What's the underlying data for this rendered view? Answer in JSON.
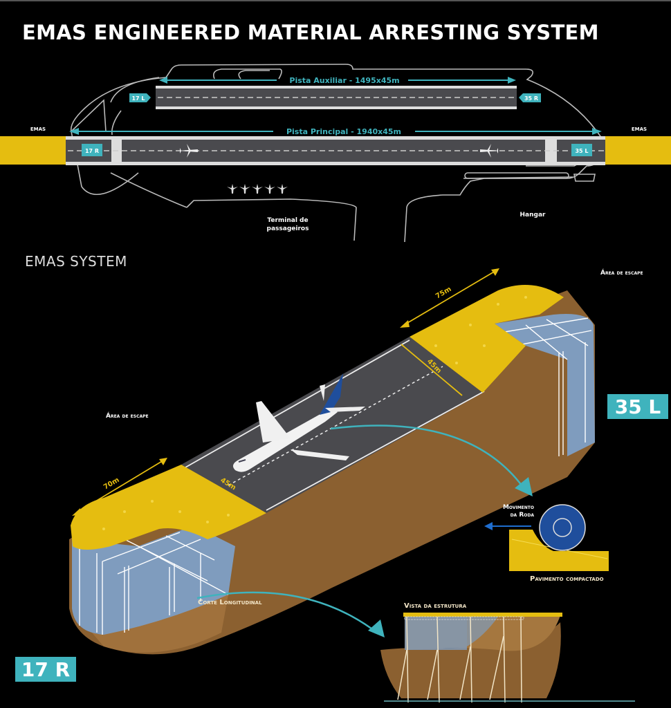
{
  "title": "EMAS ENGINEERED MATERIAL ARRESTING SYSTEM",
  "airport_plan": {
    "aux_runway_label": "Pista Auxiliar - 1495x45m",
    "main_runway_label": "Pista Principal - 1940x45m",
    "aux_runway_ends": [
      "17 L",
      "35 R"
    ],
    "main_runway_ends": [
      "17 R",
      "35 L"
    ],
    "emas_left_label": "EMAS",
    "emas_right_label": "EMAS",
    "terminal_label_line1": "Terminal de",
    "terminal_label_line2": "passageiros",
    "hangar_label": "Hangar",
    "parked_aircraft_count": 5
  },
  "emas_section": {
    "heading": "EMAS SYSTEM",
    "escape_area_left": "Área de escape",
    "escape_area_right": "Área de escape",
    "dim_left_length": "70m",
    "dim_left_width": "45m",
    "dim_right_length": "75m",
    "dim_right_width": "45m",
    "tag_right": "35 L",
    "tag_left": "17 R",
    "wheel_motion_line1": "Movimento",
    "wheel_motion_line2": "da Roda",
    "compacted_pavement": "Pavimento compactado",
    "longitudinal_cut": "Corte Longitudinal",
    "structure_view": "Vista da estrutura"
  },
  "colors": {
    "background": "#000000",
    "emas_yellow": "#e5bd10",
    "runway_gray": "#4a4a4e",
    "accent_teal": "#3fb3bd",
    "soil_brown": "#8b6030",
    "structure_blue": "#7f9cbe",
    "tail_blue": "#1f4e9c"
  }
}
